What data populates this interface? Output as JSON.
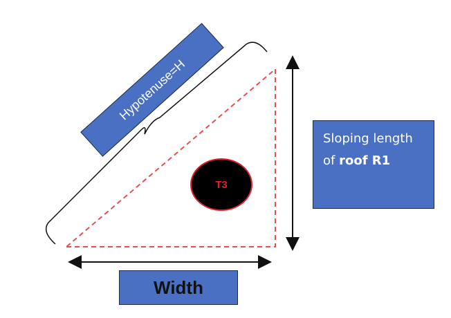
{
  "colors": {
    "box_fill": "#4a70c4",
    "triangle_stroke": "#e35050",
    "circle_fill": "#000000",
    "circle_stroke": "#e6202a",
    "label_red": "#e6202a",
    "arrow": "#111111"
  },
  "labels": {
    "hypotenuse": "Hypotenuse=H",
    "sloping_prefix": "Sloping length of",
    "sloping_bold": "roof R1",
    "width": "Width",
    "triangle_name": "T3"
  }
}
